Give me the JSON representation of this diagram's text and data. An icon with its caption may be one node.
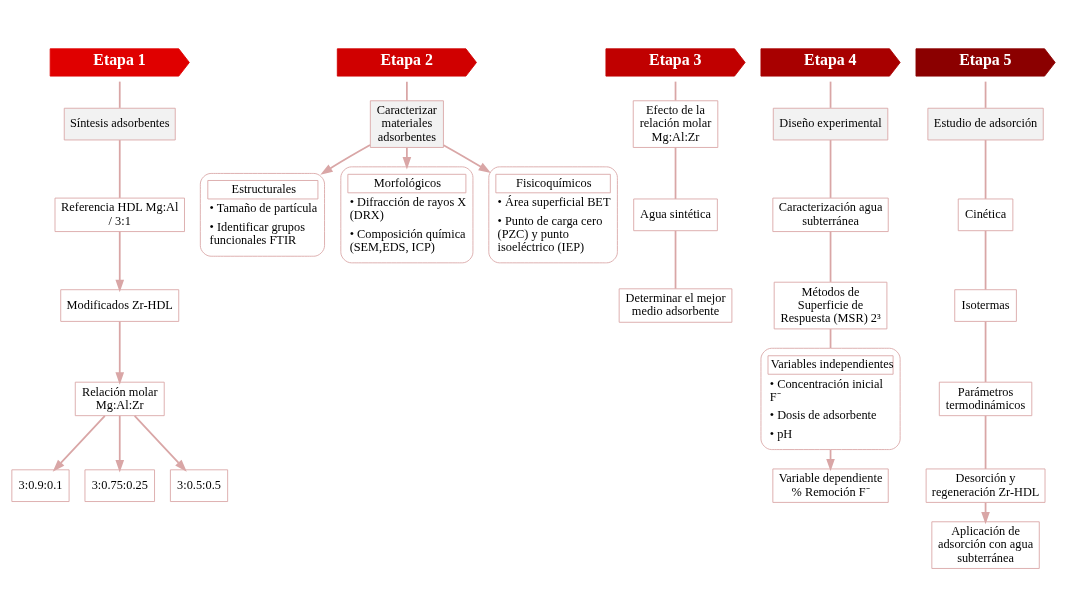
{
  "diagram": {
    "nodes": [
      {
        "text": [
          "Etapa 1"
        ]
      },
      {
        "text": [
          "Etapa 2"
        ]
      },
      {
        "text": [
          "Etapa 3"
        ]
      },
      {
        "text": [
          "Etapa 4"
        ]
      },
      {
        "text": [
          "Etapa 5"
        ]
      },
      {
        "text": [
          "Síntesis adsorbentes"
        ]
      },
      {
        "text": [
          "Referencia HDL Mg:Al / 3:1"
        ]
      },
      {
        "text": [
          "Modificados Zr-HDL"
        ]
      },
      {
        "text": [
          "Relación molar Mg:Al:Zr"
        ]
      },
      {
        "text": [
          "3:0.9:0.1"
        ]
      },
      {
        "text": [
          "3:0.75:0.25"
        ]
      },
      {
        "text": [
          "3:0.5:0.5"
        ]
      },
      {
        "text": [
          "Caracterizar materiales adsorbentes"
        ]
      },
      {
        "text": [
          "Estructurales",
          "• Tamaño de partícula",
          "• Identificar grupos funcionales FTIR"
        ]
      },
      {
        "text": [
          "Morfológicos",
          "• Difracción de rayos X (DRX)",
          "• Composición química (SEM,EDS, ICP)"
        ]
      },
      {
        "text": [
          "Fisicoquímicos",
          "• Área superficial BET",
          "• Punto de carga cero (PZC) y punto isoeléctrico (IEP)"
        ]
      },
      {
        "text": [
          "Efecto de la relación molar Mg:Al:Zr"
        ]
      },
      {
        "text": [
          "Agua sintética"
        ]
      },
      {
        "text": [
          "Determinar el mejor medio adsorbente"
        ]
      },
      {
        "text": [
          "Diseño experimental"
        ]
      },
      {
        "text": [
          "Caracterización agua subterránea"
        ]
      },
      {
        "text": [
          "Métodos de Superficie de Respuesta (MSR) 2³"
        ]
      },
      {
        "text": [
          "Variables independientes",
          "• Concentración inicial F⁻",
          "• Dosis de adsorbente",
          "• pH"
        ]
      },
      {
        "text": [
          "Variable dependiente % Remoción F⁻"
        ]
      },
      {
        "text": [
          "Estudio de adsorción"
        ]
      },
      {
        "text": [
          "Cinética"
        ]
      },
      {
        "text": [
          "Isotermas"
        ]
      },
      {
        "text": [
          "Parámetros termodinámicos"
        ]
      },
      {
        "text": [
          "Desorción y regeneración Zr-HDL"
        ]
      },
      {
        "text": [
          "Aplicación de adsorción con agua subterránea"
        ]
      }
    ],
    "edges": [
      {
        "from": 0,
        "to": 5,
        "arrow": "none"
      },
      {
        "from": 5,
        "to": 6,
        "arrow": "none"
      },
      {
        "from": 6,
        "to": 7,
        "arrow": "to"
      },
      {
        "from": 7,
        "to": 8,
        "arrow": "to"
      },
      {
        "from": 8,
        "to": 9,
        "arrow": "to"
      },
      {
        "from": 8,
        "to": 10,
        "arrow": "to"
      },
      {
        "from": 8,
        "to": 11,
        "arrow": "to"
      },
      {
        "from": 1,
        "to": 12,
        "arrow": "none"
      },
      {
        "from": 12,
        "to": 13,
        "arrow": "to"
      },
      {
        "from": 12,
        "to": 14,
        "arrow": "to"
      },
      {
        "from": 12,
        "to": 15,
        "arrow": "to"
      },
      {
        "from": 2,
        "to": 16,
        "arrow": "none"
      },
      {
        "from": 16,
        "to": 17,
        "arrow": "none"
      },
      {
        "from": 17,
        "to": 18,
        "arrow": "none"
      },
      {
        "from": 3,
        "to": 19,
        "arrow": "none"
      },
      {
        "from": 19,
        "to": 20,
        "arrow": "none"
      },
      {
        "from": 20,
        "to": 21,
        "arrow": "none"
      },
      {
        "from": 21,
        "to": 22,
        "arrow": "none"
      },
      {
        "from": 22,
        "to": 23,
        "arrow": "to"
      },
      {
        "from": 4,
        "to": 24,
        "arrow": "none"
      },
      {
        "from": 24,
        "to": 25,
        "arrow": "none"
      },
      {
        "from": 25,
        "to": 26,
        "arrow": "none"
      },
      {
        "from": 26,
        "to": 27,
        "arrow": "none"
      },
      {
        "from": 27,
        "to": 28,
        "arrow": "none"
      },
      {
        "from": 28,
        "to": 29,
        "arrow": "to"
      }
    ]
  }
}
